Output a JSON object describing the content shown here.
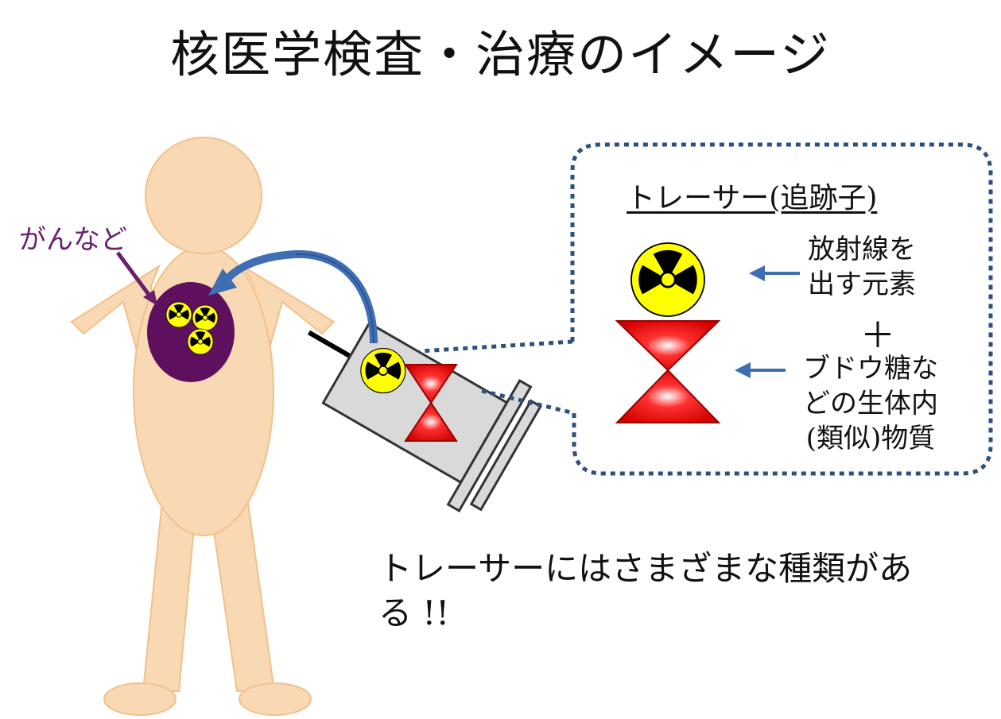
{
  "title": "核医学検査・治療のイメージ",
  "labels": {
    "cancer": "がんなど",
    "tracer_heading": "トレーサー(追跡子)",
    "radiation_line1": "放射線を",
    "radiation_line2": "出す元素",
    "plus": "＋",
    "substance_line1": "ブドウ糖な",
    "substance_line2": "どの生体内",
    "substance_line3": "(類似)物質",
    "note_line1": "トレーサーにはさまざまな種類があ",
    "note_line2": "る !!"
  },
  "colors": {
    "body_fill": "#f9d8b4",
    "body_stroke": "#f2c08a",
    "tumor": "#5e0f5e",
    "radiation_yellow": "#ffff00",
    "hourglass_red": "#e00000",
    "arrow_blue": "#3e6fb3",
    "dotted_border": "#2f4f7f"
  },
  "icons": [
    "radiation-icon",
    "hourglass-icon",
    "syringe-icon",
    "arrow-icon"
  ]
}
